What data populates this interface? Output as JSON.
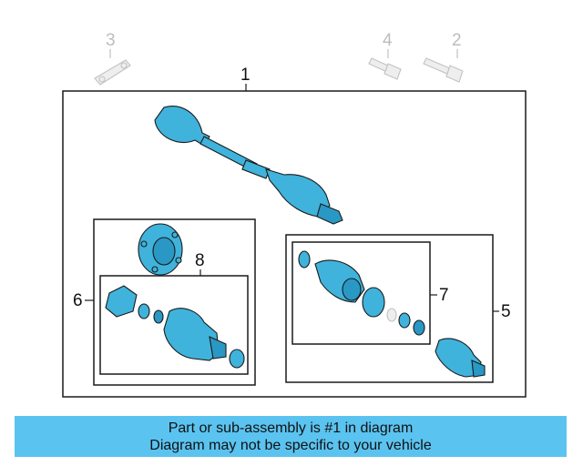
{
  "callouts": {
    "c1": "1",
    "c2": "2",
    "c3": "3",
    "c4": "4",
    "c5": "5",
    "c6": "6",
    "c7": "7",
    "c8": "8"
  },
  "banner": {
    "line1": "Part or sub-assembly is #1 in diagram",
    "line2": "Diagram may not be specific to your vehicle"
  },
  "colors": {
    "highlight_part": "#3fb3dc",
    "banner_background": "#5bc3f0",
    "other_parts": "#bdbdbd"
  }
}
